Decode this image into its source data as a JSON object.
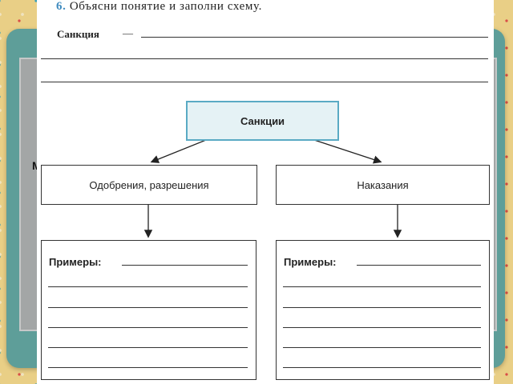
{
  "task": {
    "number": "6.",
    "instruction": "Объясни понятие и заполни схему."
  },
  "term": {
    "label": "Санкция",
    "dash": "—"
  },
  "diagram": {
    "root": "Санкции",
    "left_branch": "Одобрения, разрешения",
    "right_branch": "Наказания",
    "examples_label_left": "Примеры:",
    "examples_label_right": "Примеры:"
  },
  "side_letter": "М",
  "colors": {
    "task_number": "#3f8bbf",
    "root_border": "#5aaac4",
    "root_fill": "#e5f2f5",
    "teal_card": "#5e9e99",
    "background": "#e9cf86"
  }
}
